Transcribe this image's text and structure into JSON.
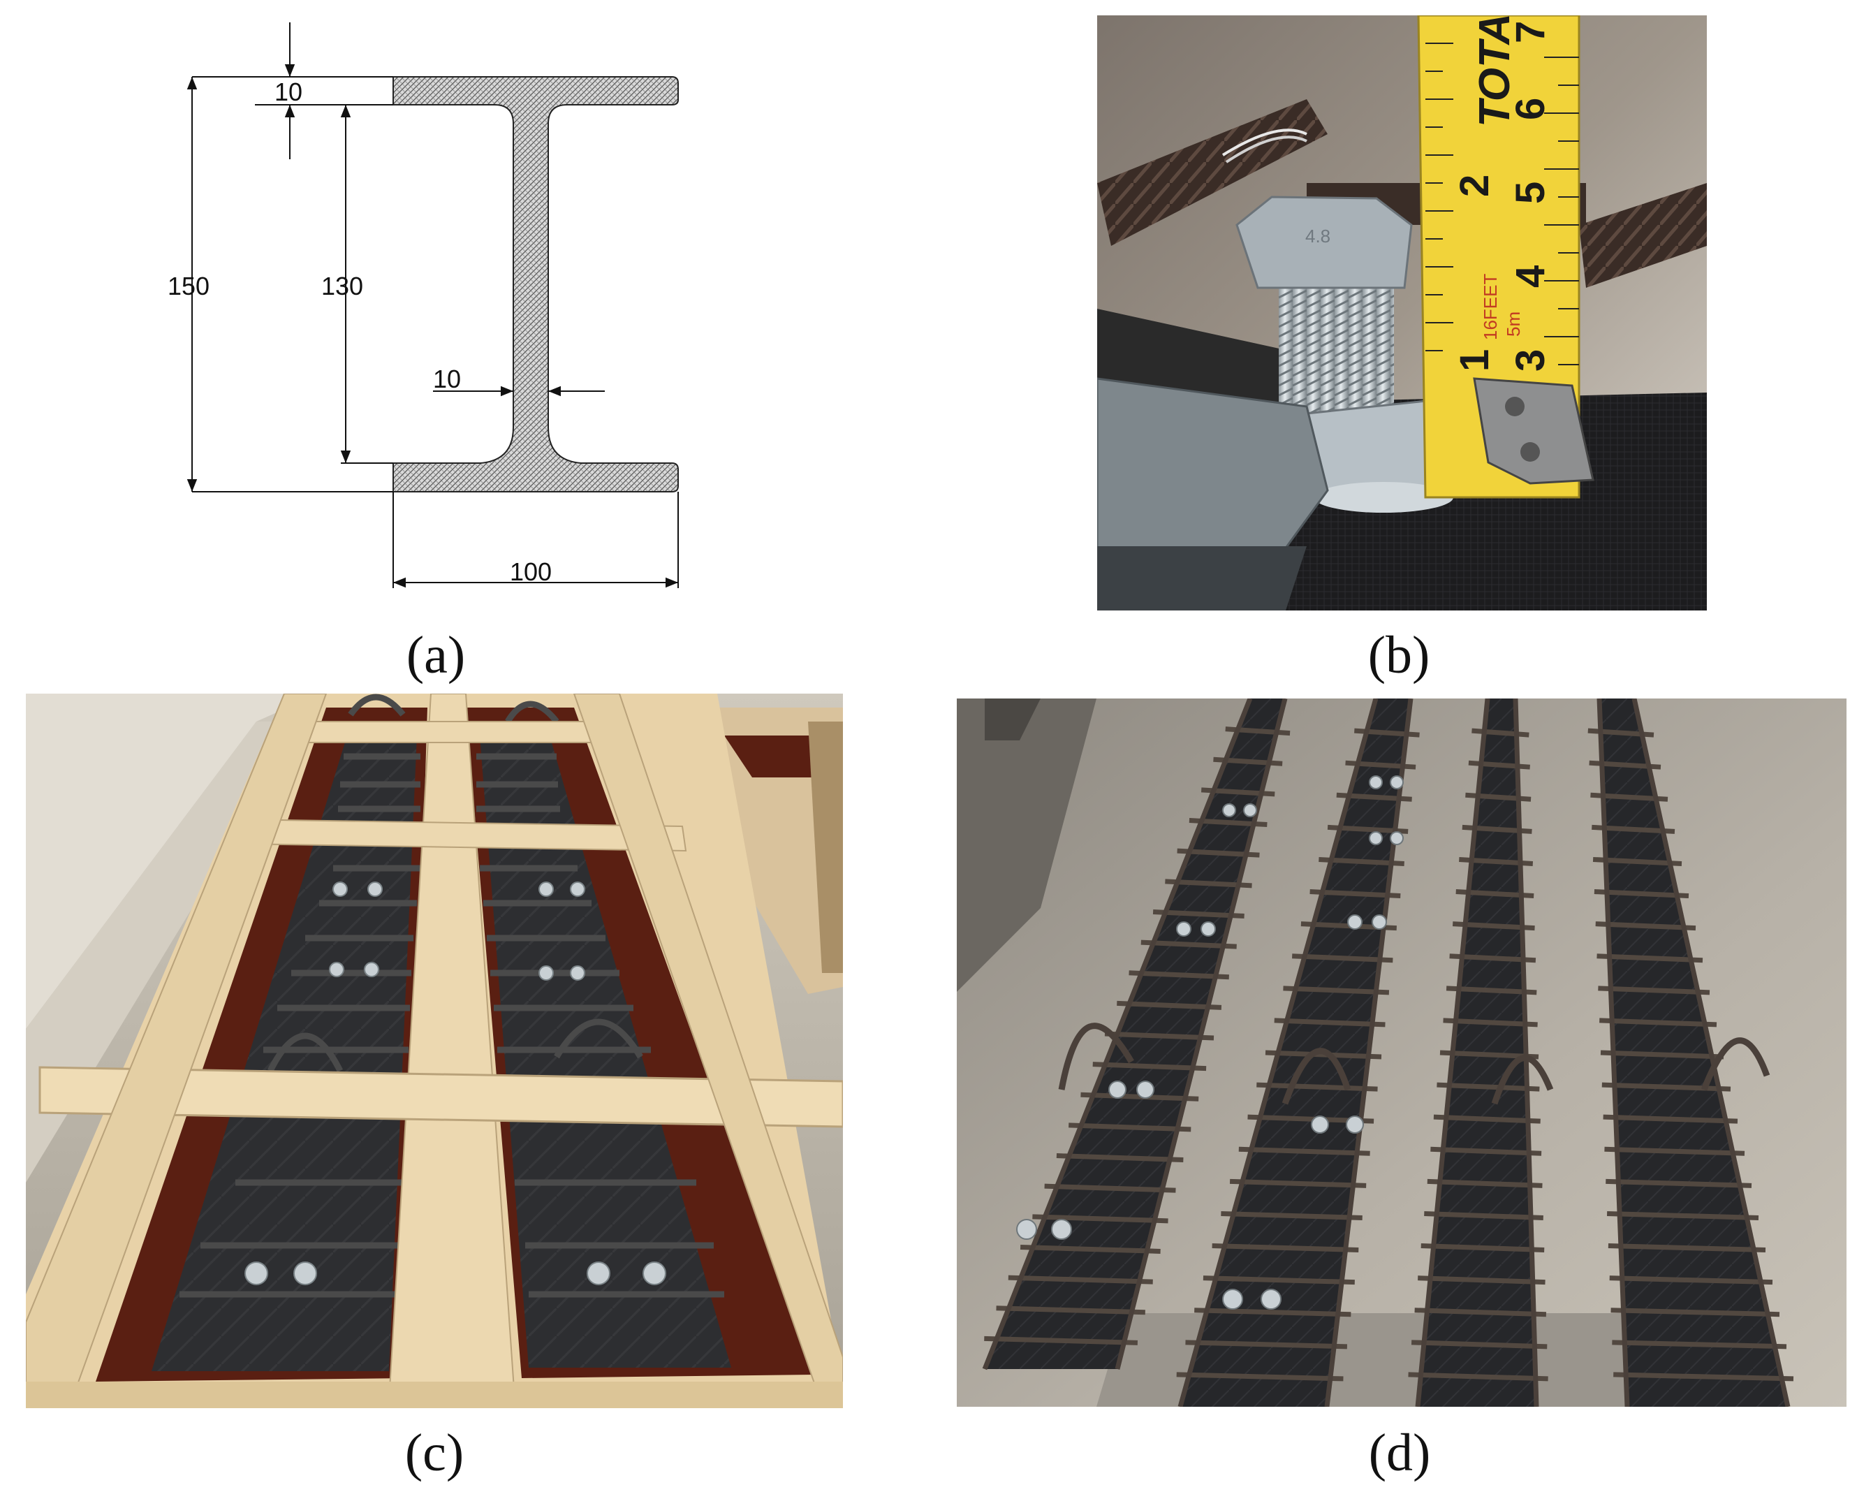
{
  "panel_a": {
    "dim_flange_thickness": "10",
    "dim_total_height": "150",
    "dim_web_height": "130",
    "dim_web_thickness": "10",
    "dim_flange_width": "100"
  },
  "panel_b": {
    "tape_brand": "TOTA",
    "tape_numbers": [
      "1",
      "2",
      "3",
      "4",
      "5",
      "6",
      "7"
    ],
    "tape_marking_feet": "16FEET",
    "tape_marking_metric": "5m",
    "bolt_head_mark": "4.8"
  },
  "captions": {
    "a": "(a)",
    "b": "(b)",
    "c": "(c)",
    "d": "(d)"
  },
  "colors": {
    "steel_dark": "#2a2b2d",
    "wood": "#e8d2a8",
    "mould_inner": "#5a1f12",
    "floor": "#b9b4aa",
    "tape_yellow": "#f1d33a",
    "bolt_zinc": "#b9c2c8"
  }
}
